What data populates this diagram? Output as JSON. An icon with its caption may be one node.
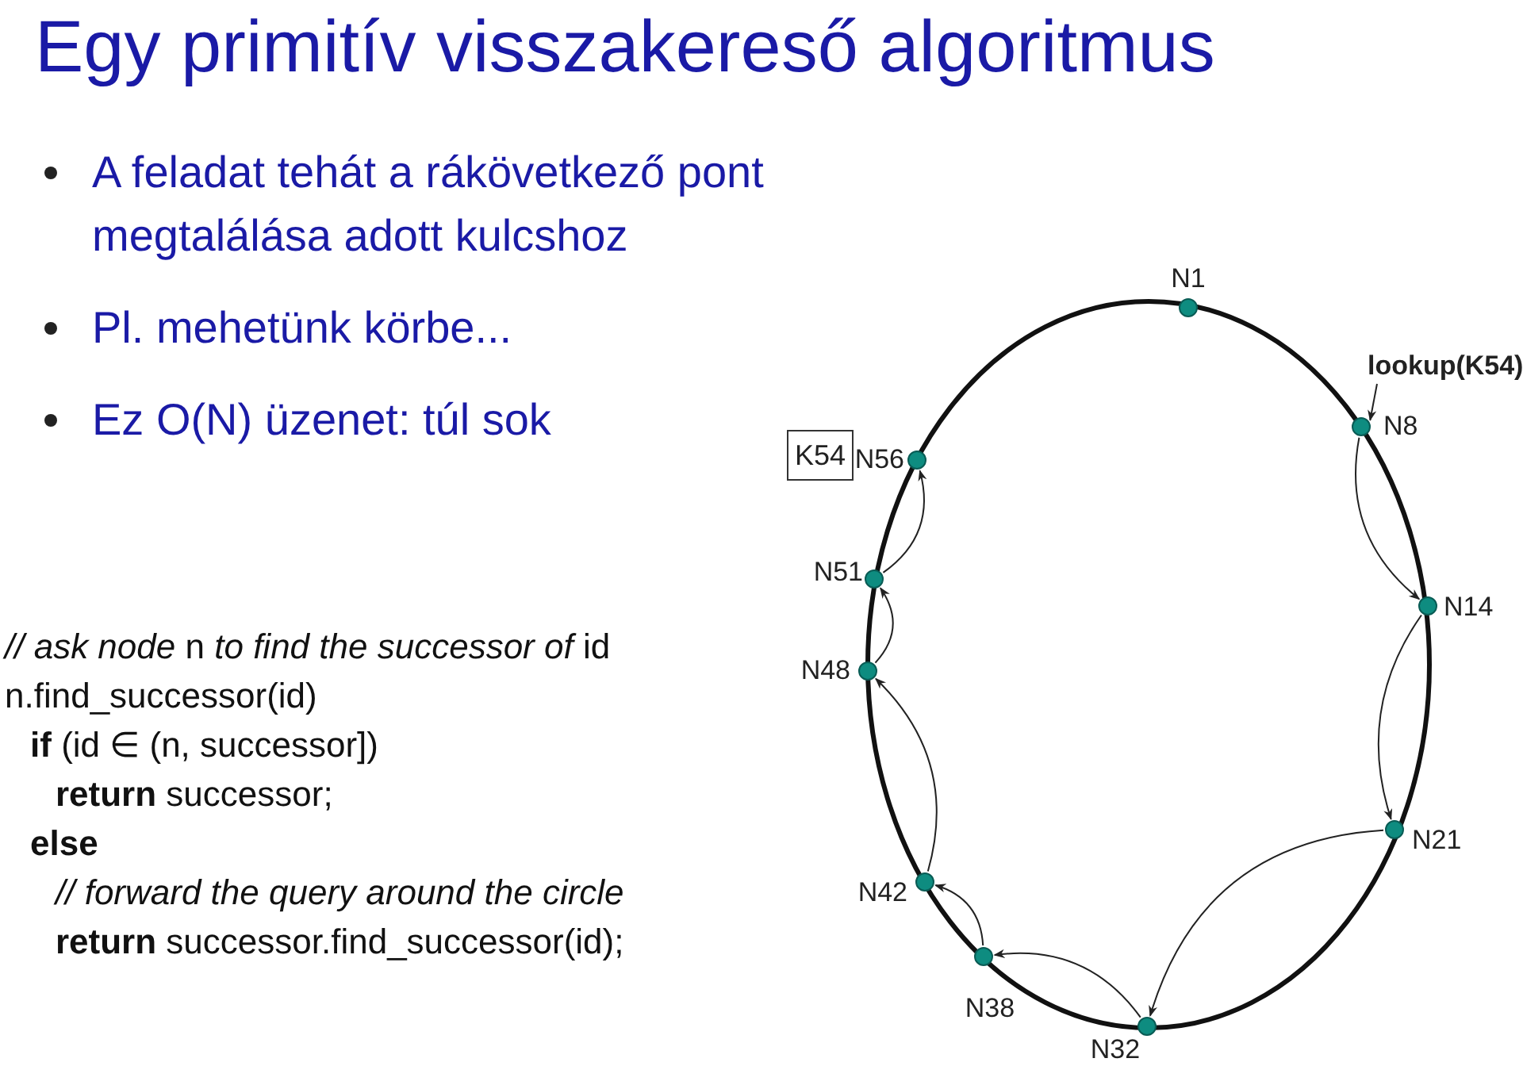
{
  "diagram": {
    "title": "Egy primitív visszakereső algoritmus",
    "nodes": [
      {
        "text": [],
        "shape": "circle",
        "beside": [
          "N1"
        ]
      },
      {
        "text": [],
        "shape": "circle",
        "beside": [
          "N8"
        ]
      },
      {
        "text": [],
        "shape": "circle",
        "beside": [
          "N14"
        ]
      },
      {
        "text": [],
        "shape": "circle",
        "beside": [
          "N21"
        ]
      },
      {
        "text": [],
        "shape": "circle",
        "beside": [
          "N32"
        ]
      },
      {
        "text": [],
        "shape": "circle",
        "beside": [
          "N38"
        ]
      },
      {
        "text": [],
        "shape": "circle",
        "beside": [
          "N42"
        ]
      },
      {
        "text": [],
        "shape": "circle",
        "beside": [
          "N48"
        ]
      },
      {
        "text": [],
        "shape": "circle",
        "beside": [
          "N51"
        ]
      },
      {
        "text": [],
        "shape": "circle",
        "beside": [
          "N56"
        ]
      },
      {
        "text": [
          "lookup(K54)"
        ]
      },
      {
        "text": [
          "K54"
        ]
      }
    ],
    "edges": [
      {
        "from": 10,
        "to": 1,
        "arrow": "to"
      },
      {
        "from": 1,
        "to": 2,
        "arrow": "to"
      },
      {
        "from": 2,
        "to": 3,
        "arrow": "to"
      },
      {
        "from": 3,
        "to": 4,
        "arrow": "to"
      },
      {
        "from": 4,
        "to": 5,
        "arrow": "to"
      },
      {
        "from": 5,
        "to": 6,
        "arrow": "to"
      },
      {
        "from": 6,
        "to": 7,
        "arrow": "to"
      },
      {
        "from": 7,
        "to": 8,
        "arrow": "to"
      },
      {
        "from": 8,
        "to": 9,
        "arrow": "to"
      }
    ],
    "labels": [
      "A feladat tehát a rákövetkező pont megtalálása adott kulcshoz",
      "Pl. mehetünk körbe...",
      "Ez O(N) üzenet: túl sok",
      "*// ask node* n *to find the successor of* id",
      "n.find_successor(id)",
      "**if** (id ∈ (n, successor])",
      "**return** successor;",
      "else",
      "// forward the query around the circle",
      "**return** successor.find_successor(id);"
    ]
  }
}
